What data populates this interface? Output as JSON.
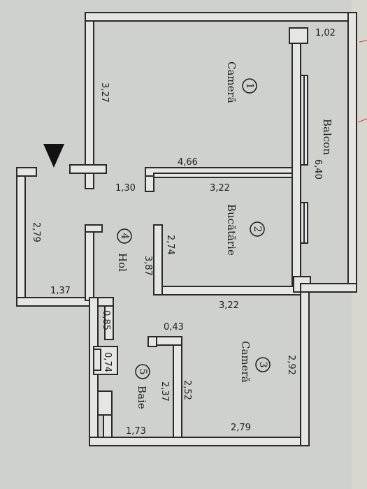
{
  "plan": {
    "dimensions": {
      "balcony_top": "1,02",
      "room1_depth": "3,27",
      "room1_width": "4,66",
      "balcony_length": "6,40",
      "door_width": "1,30",
      "kitchen_width_top": "3,22",
      "hall_depth": "2,79",
      "kitchen_depth": "2,74",
      "hall_length": "3,87",
      "hall_bottom": "1,37",
      "kitchen_width_bottom": "3,22",
      "bath_gap": "0,85",
      "bath_stub": "0,43",
      "room3_depth": "2,92",
      "bath_small": "0,74",
      "room3_inner": "2,52",
      "bath_depth": "2,37",
      "room3_width": "2,79",
      "bath_width": "1,73"
    },
    "rooms": [
      {
        "number": "1",
        "name": "Cameră"
      },
      {
        "number": "2",
        "name": "Bucătărie"
      },
      {
        "number": "3",
        "name": "Cameră"
      },
      {
        "number": "4",
        "name": "Hol"
      },
      {
        "number": "5",
        "name": "Baie"
      }
    ],
    "balcony_label": "Balcon"
  }
}
